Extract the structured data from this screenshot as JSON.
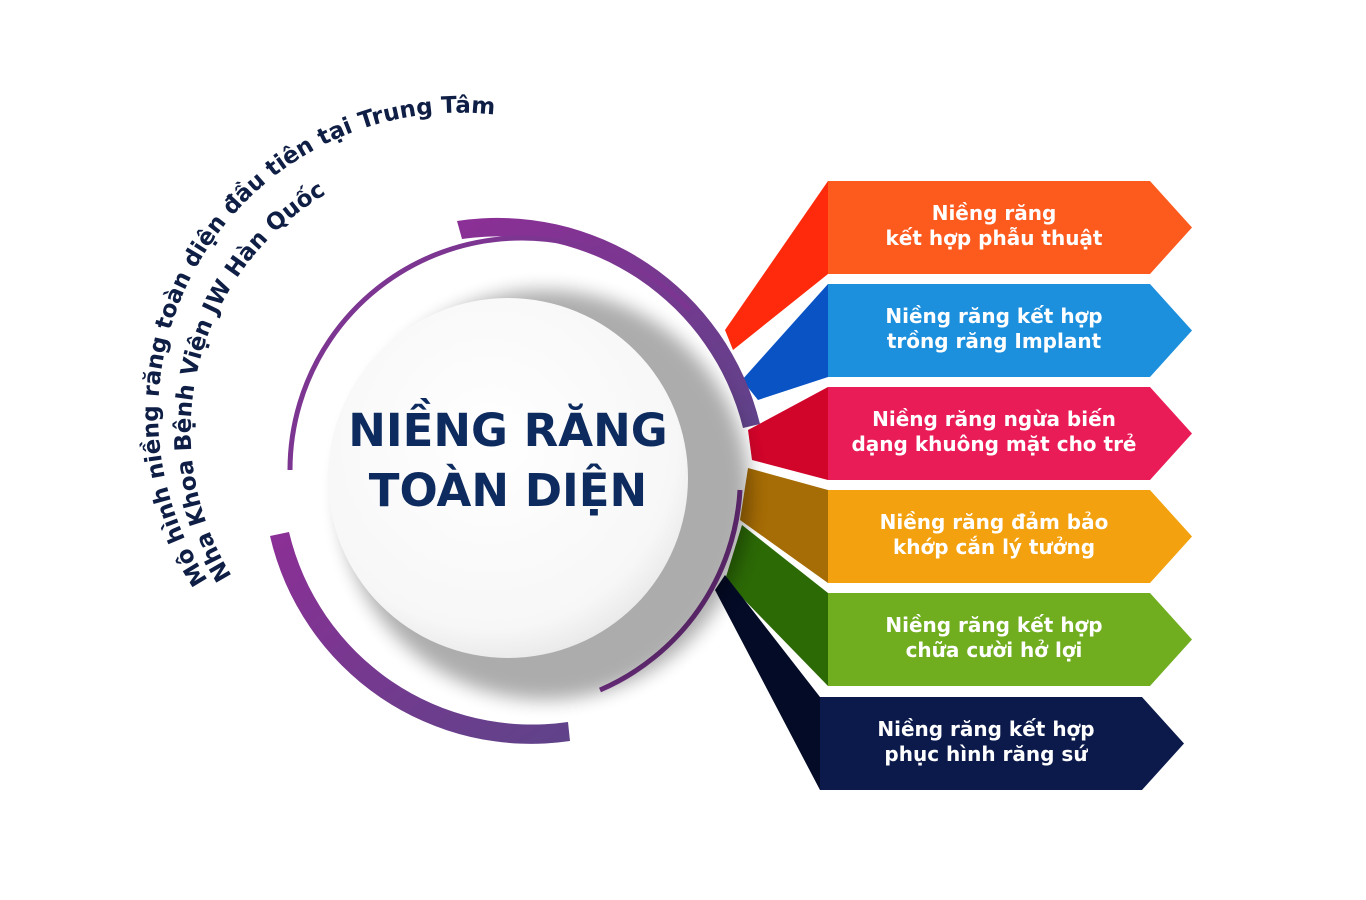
{
  "arc_caption": {
    "line1": "Mô hình niềng răng toàn diện đầu tiên tại Trung Tâm",
    "line2": "Nha Khoa Bệnh Viện JW Hàn Quốc"
  },
  "center": {
    "line1": "NIỀNG RĂNG",
    "line2": "TOÀN DIỆN"
  },
  "items": [
    {
      "line1": "Niềng răng",
      "line2": "kết hợp phẫu thuật",
      "color": "#fd5a1e",
      "shade": "#ff2a0b"
    },
    {
      "line1": "Niềng răng kết hợp",
      "line2": "trồng răng Implant",
      "color": "#1c8fdd",
      "shade": "#0a53c5"
    },
    {
      "line1": "Niềng răng ngừa biến",
      "line2": "dạng khuông mặt cho trẻ",
      "color": "#ea1c58",
      "shade": "#d1042a"
    },
    {
      "line1": "Niềng răng đảm bảo",
      "line2": "khớp cắn lý tưởng",
      "color": "#f3a10e",
      "shade": "#a66c05"
    },
    {
      "line1": "Niềng răng kết hợp",
      "line2": "chữa cười hở lợi",
      "color": "#70ad1f",
      "shade": "#2c6a06"
    },
    {
      "line1": "Niềng răng kết hợp",
      "line2": "phục hình răng sứ",
      "color": "#0b1a4b",
      "shade": "#040b26"
    }
  ],
  "colors": {
    "ring_purple": "#7d3592",
    "ring_purple_dark": "#6a3d8e",
    "title_navy": "#0d2b5e",
    "caption_navy": "#0e1e45"
  }
}
